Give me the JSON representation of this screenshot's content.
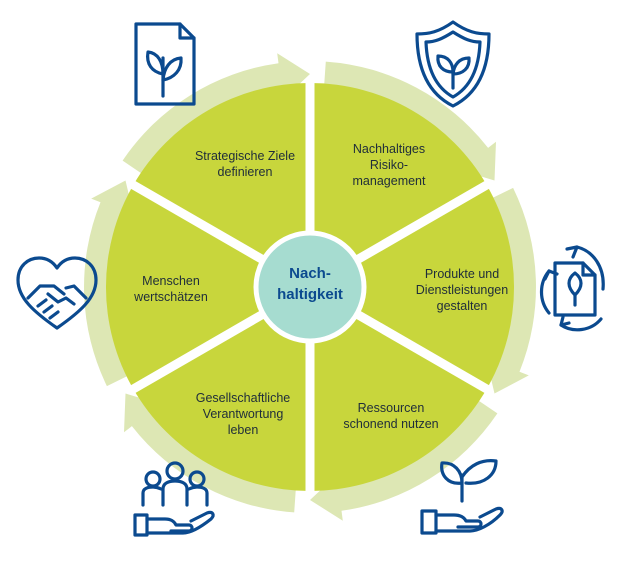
{
  "center": {
    "label": "Nach-\nhaltigkeit"
  },
  "segments": [
    {
      "label": "Strategische Ziele\ndefinieren",
      "icon": "document-plant-icon"
    },
    {
      "label": "Nachhaltiges\nRisiko-\nmanagement",
      "icon": "shield-plant-icon"
    },
    {
      "label": "Produkte und\nDienstleistungen\ngestalten",
      "icon": "recycle-document-leaf-icon"
    },
    {
      "label": "Ressourcen\nschonend nutzen",
      "icon": "hand-holding-plant-icon"
    },
    {
      "label": "Gesellschaftliche\nVerantwortung\nleben",
      "icon": "hand-holding-people-icon"
    },
    {
      "label": "Menschen\nwertschätzen",
      "icon": "heart-handshake-icon"
    }
  ],
  "colors": {
    "segment_fill": "#c8d63c",
    "arrow_ring": "#dde7b4",
    "center_fill": "#a6dcd0",
    "icon_stroke": "#0b4a8f",
    "center_text": "#0b4a8f",
    "separator": "#ffffff"
  }
}
